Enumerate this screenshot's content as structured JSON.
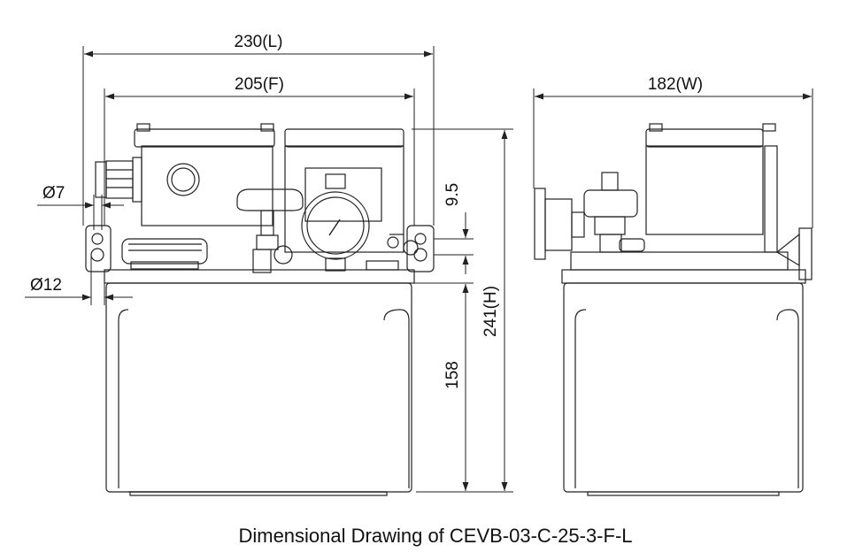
{
  "caption": "Dimensional Drawing of CEVB-03-C-25-3-F-L",
  "dimensions": {
    "overall_length": "230(L)",
    "flange_span": "205(F)",
    "width": "182(W)",
    "height": "241(H)",
    "tank_height": "158",
    "bracket_offset": "9.5",
    "small_hole": "Ø7",
    "large_hole": "Ø12"
  },
  "colors": {
    "line": "#222222",
    "text": "#111111",
    "background": "#ffffff"
  }
}
